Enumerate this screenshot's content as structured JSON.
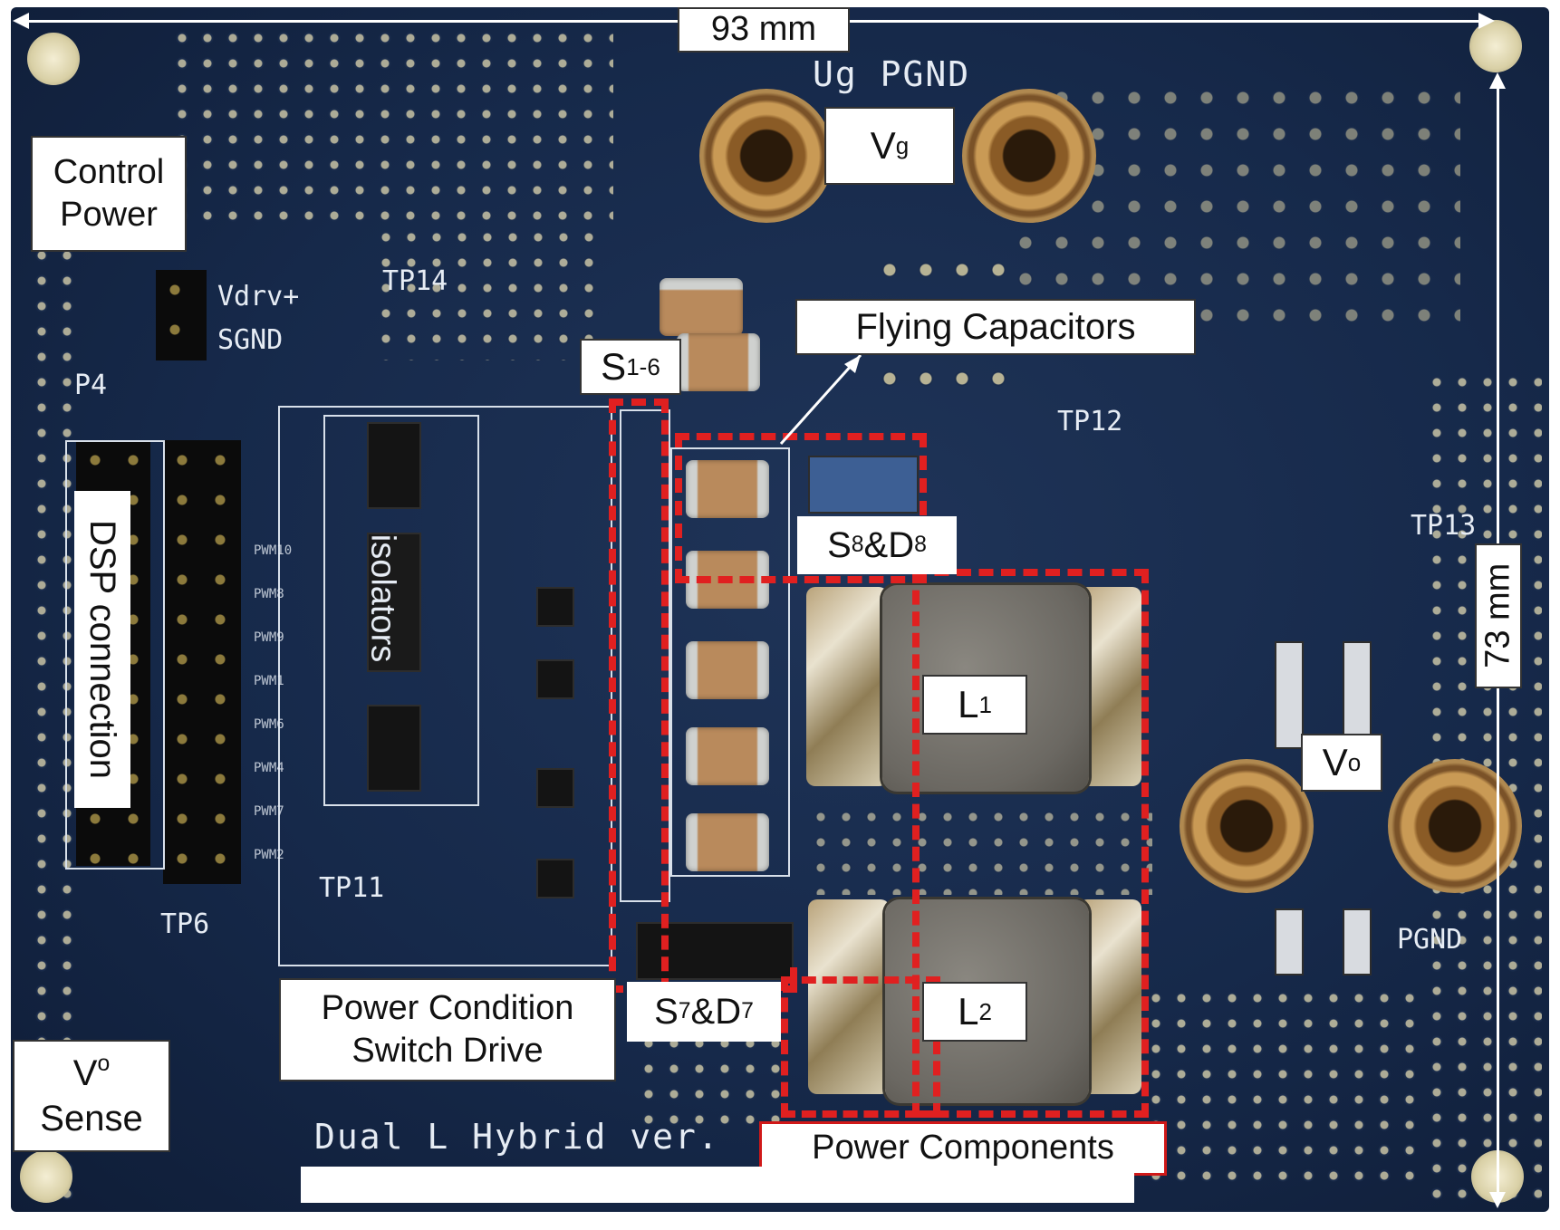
{
  "annotations": {
    "width_dim": "93 mm",
    "height_dim": "73 mm",
    "control_power": [
      "Control",
      "Power"
    ],
    "vg_label": "V",
    "vg_sub": "g",
    "flying_caps": "Flying Capacitors",
    "s16": "S",
    "s16_sub": "1-6",
    "s8d8_a": "S",
    "s8d8_sub1": "8",
    "s8d8_mid": "&D",
    "s8d8_sub2": "8",
    "s7d7_a": "S",
    "s7d7_sub1": "7",
    "s7d7_mid": "&D",
    "s7d7_sub2": "7",
    "l1": "L",
    "l1_sub": "1",
    "l2": "L",
    "l2_sub": "2",
    "vo_label": "V",
    "vo_sub": "o",
    "vo_sense": [
      "V",
      "o",
      "Sense"
    ],
    "dsp": "DSP connection",
    "isolators": "isolators",
    "power_cond": [
      "Power Condition",
      "Switch Drive"
    ],
    "power_components": "Power Components"
  },
  "silkscreen": {
    "ug_pgnd": "Ug  PGND",
    "vdrv": "Vdrv+",
    "sgnd": "SGND",
    "tp14": "TP14",
    "tp12": "TP12",
    "tp13": "TP13",
    "tp11": "TP11",
    "tp6": "TP6",
    "p4": "P4",
    "pgnd": "PGND",
    "board_name": "Dual L Hybrid ver.",
    "pwm": [
      "PWM10",
      "PWM8",
      "PWM9",
      "PWM1",
      "PWM6",
      "PWM4",
      "PWM7",
      "PWM2"
    ]
  },
  "colors": {
    "board": "#16294a",
    "highlight": "#e02020"
  }
}
